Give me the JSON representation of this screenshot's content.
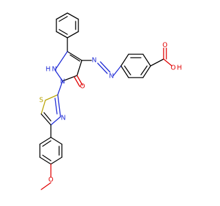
{
  "molecule": {
    "atom_labels": {
      "nitrogen_a": "N",
      "nitrogen_b": "N",
      "nitrogen_ring": "N",
      "nitrogen_thiazole": "N",
      "nh": "H",
      "nh_n": "N",
      "oxygen_carbonyl": "O",
      "oxygen_acid_double": "O",
      "oxygen_acid_oh_o": "O",
      "oxygen_acid_oh_h": "H",
      "oxygen_methoxy": "O",
      "sulfur": "S"
    },
    "colors": {
      "carbon": "#000000",
      "nitrogen": "#1f2bd6",
      "oxygen": "#e00000",
      "sulfur": "#b8a200"
    }
  }
}
